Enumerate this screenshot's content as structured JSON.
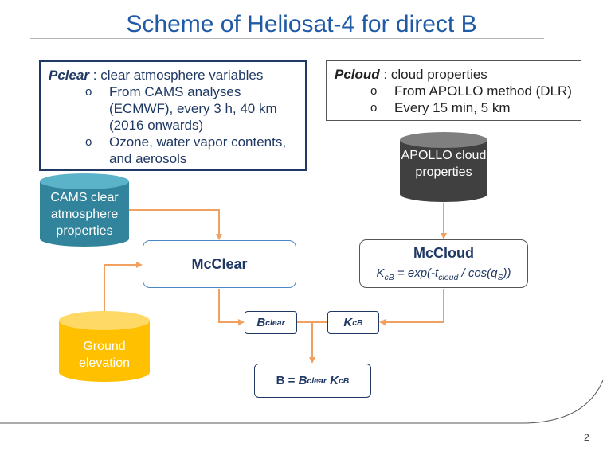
{
  "title": "Scheme of Heliosat-4 for direct B",
  "pclear": {
    "label": "Pclear",
    "desc": " : clear atmosphere variables",
    "bullet": "o",
    "items": [
      "From CAMS analyses (ECMWF), every 3 h, 40 km (2016 onwards)",
      "Ozone, water vapor contents, and aerosols"
    ]
  },
  "pcloud": {
    "label": "Pcloud",
    "desc": " : cloud properties",
    "bullet": "o",
    "items": [
      "From APOLLO method (DLR)",
      "Every 15 min, 5 km"
    ]
  },
  "cylinders": {
    "cams": "CAMS clear atmosphere properties",
    "apollo": "APOLLO cloud properties",
    "ground": "Ground elevation"
  },
  "mcclear": "McClear",
  "mccloud": {
    "title": "McCloud",
    "formula": {
      "k": "K",
      "k_sub": "cB",
      "eq": " = exp(-t",
      "t_sub": "cloud",
      "mid": " / cos(q",
      "q_sub": "S",
      "end": "))"
    }
  },
  "bclear": {
    "base": "B",
    "sub": "clear"
  },
  "kcb": {
    "base": "K",
    "sub": "cB"
  },
  "bfinal": {
    "lhs": "B = ",
    "b": "B",
    "b_sub": "clear",
    "k": " K",
    "k_sub": "cB"
  },
  "page_number": "2",
  "colors": {
    "title": "#1f5aa6",
    "arrow": "#f0a060",
    "cams_cyl": "#31849b",
    "apollo_cyl": "#404040",
    "ground_cyl": "#ffc000",
    "box_border": "#1f3864"
  }
}
